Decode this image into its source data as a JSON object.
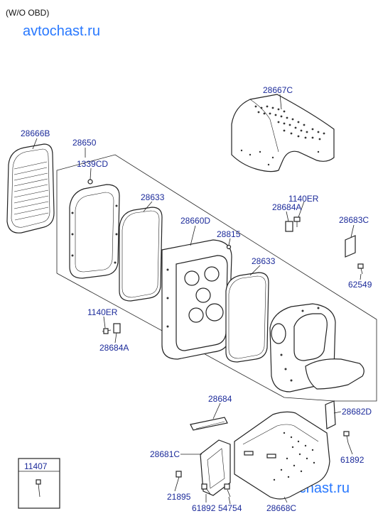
{
  "header": {
    "variant": "(W/O OBD)"
  },
  "watermark": "avtochast.ru",
  "parts": {
    "p28667C": "28667C",
    "p28666B": "28666B",
    "p28650": "28650",
    "p1339CD": "1339CD",
    "p28633a": "28633",
    "p28660D": "28660D",
    "p28815": "28815",
    "p1140ERa": "1140ER",
    "p28684Aa": "28684A",
    "p28683C": "28683C",
    "p28633b": "28633",
    "p62549": "62549",
    "p1140ERb": "1140ER",
    "p28684Ab": "28684A",
    "p28684": "28684",
    "p28682D": "28682D",
    "p28681C": "28681C",
    "p61892a": "61892",
    "p21895": "21895",
    "p61892b": "61892",
    "p54754": "54754",
    "p28668C": "28668C",
    "p11407": "11407"
  }
}
